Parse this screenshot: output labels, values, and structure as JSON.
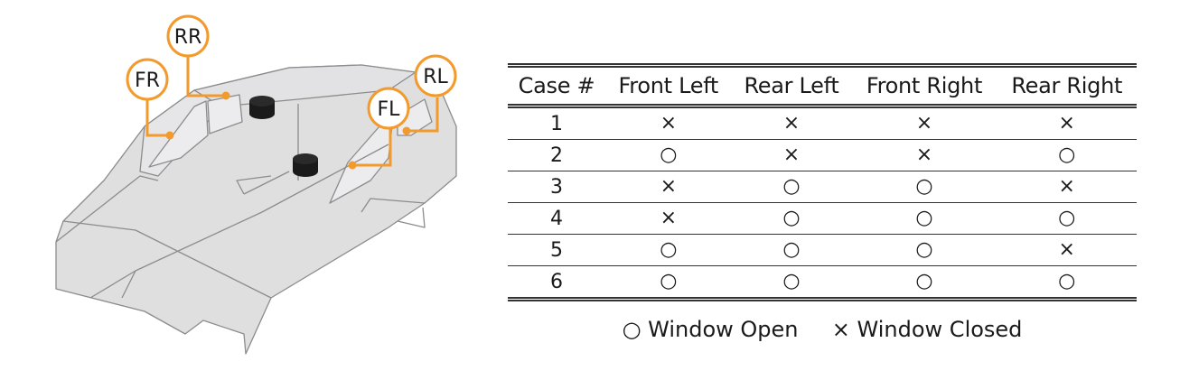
{
  "diagram": {
    "labels": {
      "rr": "RR",
      "fr": "FR",
      "fl": "FL",
      "rl": "RL"
    },
    "accent_color": "#f39a2c"
  },
  "table": {
    "headers": [
      "Case #",
      "Front Left",
      "Rear Left",
      "Front Right",
      "Rear Right"
    ],
    "rows": [
      {
        "case": "1",
        "cells": [
          "×",
          "×",
          "×",
          "×"
        ]
      },
      {
        "case": "2",
        "cells": [
          "○",
          "×",
          "×",
          "○"
        ]
      },
      {
        "case": "3",
        "cells": [
          "×",
          "○",
          "○",
          "×"
        ]
      },
      {
        "case": "4",
        "cells": [
          "×",
          "○",
          "○",
          "○"
        ]
      },
      {
        "case": "5",
        "cells": [
          "○",
          "○",
          "○",
          "×"
        ]
      },
      {
        "case": "6",
        "cells": [
          "○",
          "○",
          "○",
          "○"
        ]
      }
    ]
  },
  "legend": {
    "open_symbol": "○",
    "open_label": "Window Open",
    "closed_symbol": "×",
    "closed_label": "Window Closed"
  }
}
